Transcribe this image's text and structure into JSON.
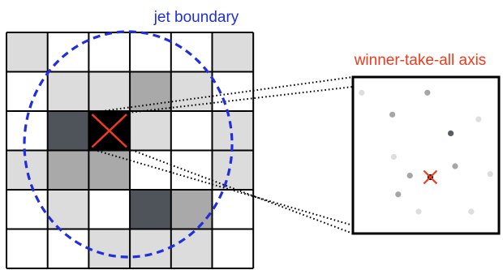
{
  "labels": {
    "jet_boundary": "jet boundary",
    "wta_axis": "winner-take-all axis"
  },
  "colors": {
    "boundary": "#1f2fe0",
    "axis": "#ef3b1c",
    "grid_line": "#000000",
    "shade_light": "#dcdcdc",
    "shade_medium": "#a9a9a9",
    "shade_dark": "#4f545b",
    "shade_black": "#000000"
  },
  "grid": {
    "rows": 6,
    "cols": 6,
    "shades": [
      [
        "light",
        "none",
        "none",
        "none",
        "none",
        "light"
      ],
      [
        "none",
        "light",
        "light",
        "medium",
        "light",
        "none"
      ],
      [
        "none",
        "dark",
        "black",
        "light",
        "none",
        "light"
      ],
      [
        "light",
        "medium",
        "medium",
        "none",
        "none",
        "light"
      ],
      [
        "none",
        "light",
        "none",
        "dark",
        "medium",
        "none"
      ],
      [
        "none",
        "none",
        "light",
        "light",
        "light",
        "none"
      ]
    ],
    "axis_cell": [
      2,
      2
    ]
  },
  "zoom": {
    "particles": [
      {
        "u": 0.06,
        "v": 0.1,
        "shade": "#dedede"
      },
      {
        "u": 0.51,
        "v": 0.1,
        "shade": "#a6a6a6"
      },
      {
        "u": 0.27,
        "v": 0.24,
        "shade": "#a6a6a6"
      },
      {
        "u": 0.67,
        "v": 0.36,
        "shade": "#585c63"
      },
      {
        "u": 0.86,
        "v": 0.27,
        "shade": "#dedede"
      },
      {
        "u": 0.28,
        "v": 0.51,
        "shade": "#dedede"
      },
      {
        "u": 0.7,
        "v": 0.57,
        "shade": "#a6a6a6"
      },
      {
        "u": 0.39,
        "v": 0.63,
        "shade": "#a6a6a6"
      },
      {
        "u": 0.53,
        "v": 0.64,
        "shade": "#000000"
      },
      {
        "u": 0.31,
        "v": 0.75,
        "shade": "#a6a6a6"
      },
      {
        "u": 0.94,
        "v": 0.62,
        "shade": "#dedede"
      },
      {
        "u": 0.45,
        "v": 0.86,
        "shade": "#dedede"
      },
      {
        "u": 0.81,
        "v": 0.86,
        "shade": "#dedede"
      }
    ],
    "axis_particle": 8
  }
}
